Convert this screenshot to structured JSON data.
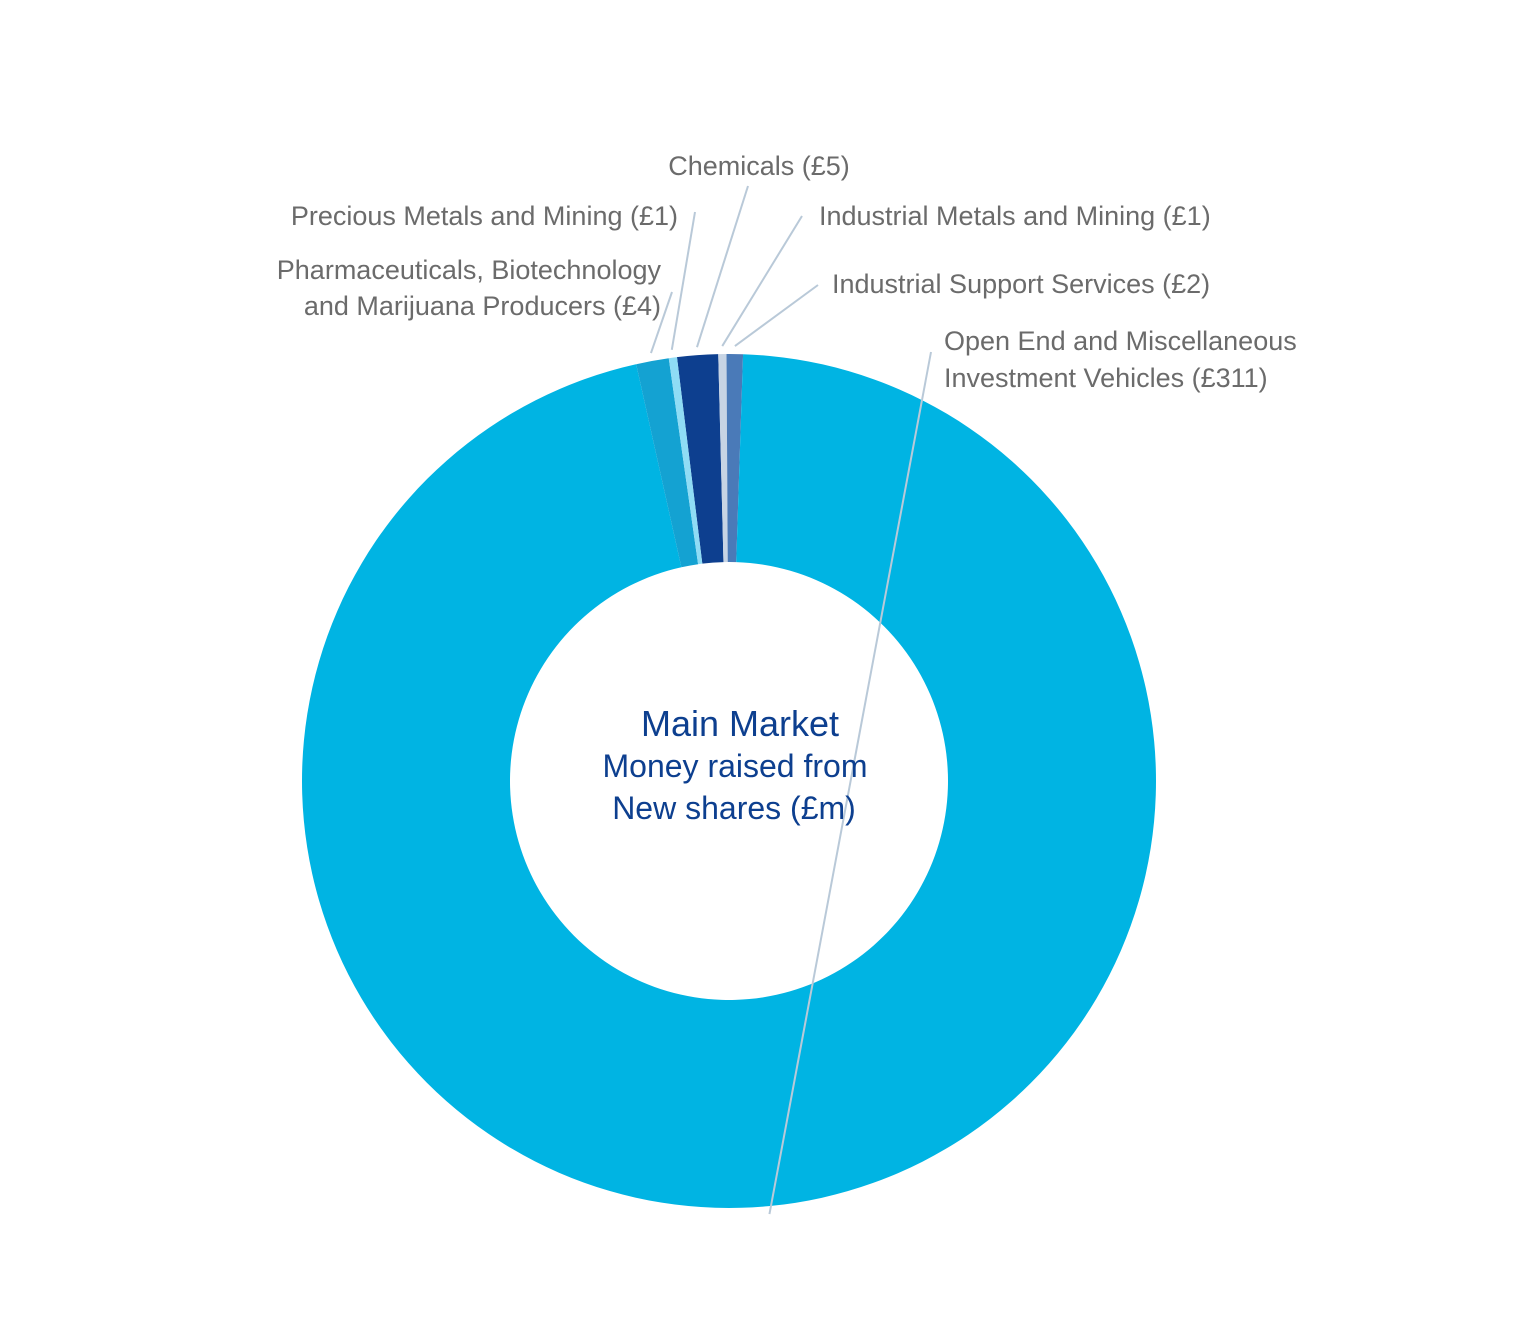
{
  "chart_data": {
    "type": "pie",
    "variant": "donut",
    "title": "Main Market",
    "subtitle_lines": [
      "Money raised from",
      "New shares (£m)"
    ],
    "slices": [
      {
        "name": "Chemicals",
        "label": "Chemicals (£5)",
        "value": 5,
        "color": "#0d3f8f"
      },
      {
        "name": "Industrial Metals and Mining",
        "label": "Industrial Metals and Mining (£1)",
        "value": 1,
        "color": "#c7d4e4"
      },
      {
        "name": "Industrial Support Services",
        "label": "Industrial Support Services (£2)",
        "value": 2,
        "color": "#4a7ab8"
      },
      {
        "name": "Open End and Miscellaneous Investment Vehicles",
        "label_lines": [
          "Open End and Miscellaneous",
          "Investment Vehicles (£311)"
        ],
        "value": 311,
        "color": "#00b4e3"
      },
      {
        "name": "Pharmaceuticals, Biotechnology and Marijuana Producers",
        "label_lines": [
          "Pharmaceuticals, Biotechnology",
          "and Marijuana Producers (£4)"
        ],
        "value": 4,
        "color": "#14a2d2"
      },
      {
        "name": "Precious Metals and Mining",
        "label": "Precious Metals and Mining (£1)",
        "value": 1,
        "color": "#8fdcf5"
      }
    ]
  }
}
